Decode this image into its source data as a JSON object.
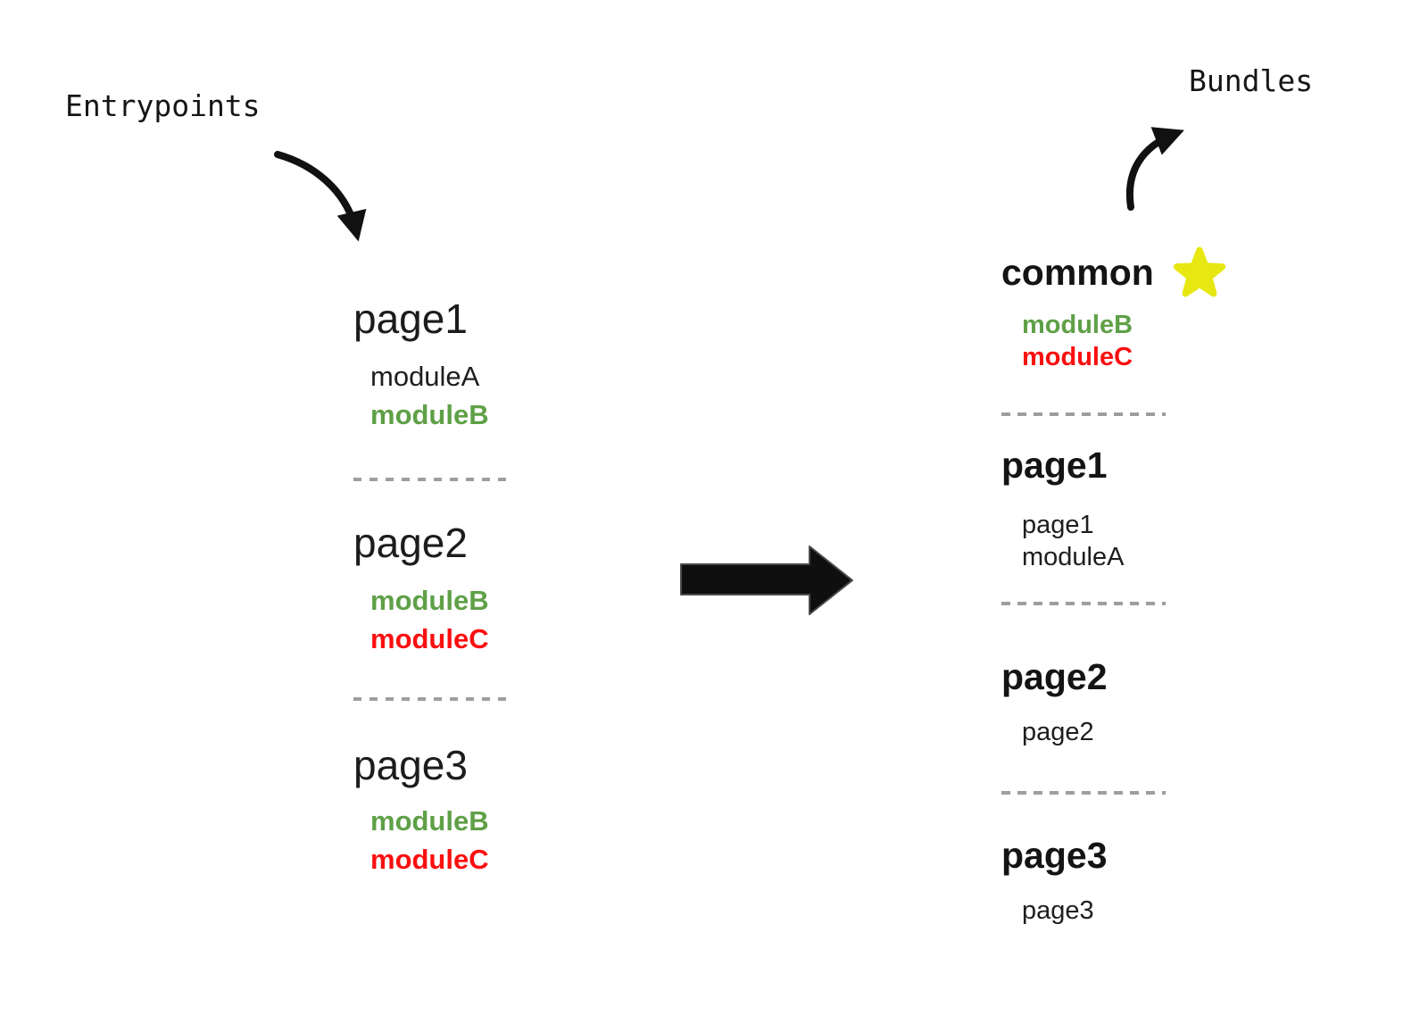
{
  "labels": {
    "entrypoints": "Entrypoints",
    "bundles": "Bundles"
  },
  "colors": {
    "text": "#1e1e1e",
    "green": "#5fa047",
    "red": "#fb0f0f",
    "dash": "#9e9e9e",
    "star": "#e7e712",
    "arrow": "#111111"
  },
  "entrypoints": [
    {
      "name": "page1",
      "modules": [
        {
          "label": "moduleA",
          "color": "text"
        },
        {
          "label": "moduleB",
          "color": "green"
        }
      ]
    },
    {
      "name": "page2",
      "modules": [
        {
          "label": "moduleB",
          "color": "green"
        },
        {
          "label": "moduleC",
          "color": "red"
        }
      ]
    },
    {
      "name": "page3",
      "modules": [
        {
          "label": "moduleB",
          "color": "green"
        },
        {
          "label": "moduleC",
          "color": "red"
        }
      ]
    }
  ],
  "bundles": [
    {
      "name": "common",
      "starred": true,
      "modules": [
        {
          "label": "moduleB",
          "color": "green"
        },
        {
          "label": "moduleC",
          "color": "red"
        }
      ]
    },
    {
      "name": "page1",
      "modules": [
        {
          "label": "page1",
          "color": "text"
        },
        {
          "label": "moduleA",
          "color": "text"
        }
      ]
    },
    {
      "name": "page2",
      "modules": [
        {
          "label": "page2",
          "color": "text"
        }
      ]
    },
    {
      "name": "page3",
      "modules": [
        {
          "label": "page3",
          "color": "text"
        }
      ]
    }
  ]
}
